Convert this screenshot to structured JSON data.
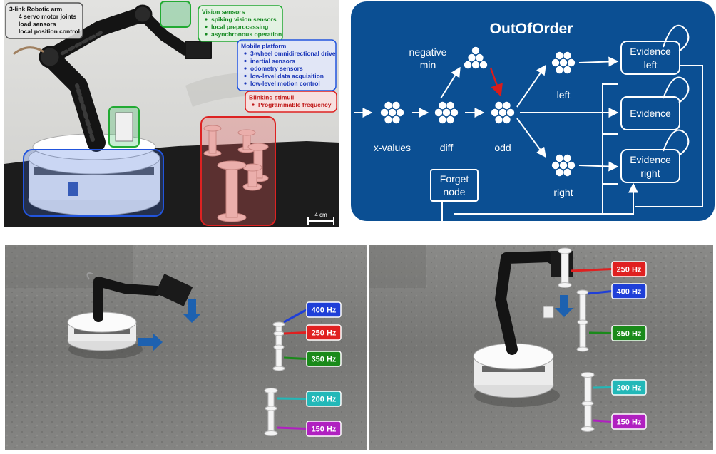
{
  "robot_photo": {
    "callouts": [
      {
        "title": "3-link Robotic arm",
        "items": [
          "4 servo motor joints",
          "load sensors",
          "local position control"
        ],
        "color": "#555555",
        "fill": "#e6e6e6",
        "text_color": "#111111",
        "bullets": false
      },
      {
        "title": "Vision sensors",
        "items": [
          "spiking vision sensors",
          "local preprocessing",
          "asynchronous operation"
        ],
        "color": "#22aa33",
        "fill": "#e3f5e3",
        "text_color": "#168a22",
        "bullets": true
      },
      {
        "title": "Mobile platform",
        "items": [
          "3-wheel omnidirectional drive",
          "inertial sensors",
          "odometry sensors",
          "low-level data acquisition",
          "low-level motion control"
        ],
        "color": "#2255dd",
        "fill": "#e2e8fa",
        "text_color": "#1a36b8",
        "bullets": true
      },
      {
        "title": "Blinking stimuli",
        "items": [
          "Programmable frequency"
        ],
        "color": "#dd2222",
        "fill": "#fbe0e0",
        "text_color": "#c01818",
        "bullets": true
      }
    ],
    "scale_label": "4 cm"
  },
  "network": {
    "title": "OutOfOrder",
    "labels": {
      "negative_min": [
        "negative",
        "min"
      ],
      "x_values": "x-values",
      "diff": "diff",
      "odd": "odd",
      "left": "left",
      "right": "right",
      "forget_node": [
        "Forget",
        "node"
      ],
      "evidence_left": [
        "Evidence",
        "left"
      ],
      "evidence": "Evidence",
      "evidence_right": [
        "Evidence",
        "right"
      ]
    },
    "colors": {
      "background": "#0b4f93",
      "element": "#ffffff",
      "inhibitory": "#d91c1c"
    }
  },
  "experiment_left": {
    "frequency_tags": [
      {
        "label": "400 Hz",
        "color": "#1f3fd8"
      },
      {
        "label": "250 Hz",
        "color": "#e02020"
      },
      {
        "label": "350 Hz",
        "color": "#1a8a1a"
      },
      {
        "label": "200 Hz",
        "color": "#22b8b8"
      },
      {
        "label": "150 Hz",
        "color": "#b020c0"
      }
    ]
  },
  "experiment_right": {
    "frequency_tags": [
      {
        "label": "250 Hz",
        "color": "#e02020"
      },
      {
        "label": "400 Hz",
        "color": "#1f3fd8"
      },
      {
        "label": "350 Hz",
        "color": "#1a8a1a"
      },
      {
        "label": "200 Hz",
        "color": "#22b8b8"
      },
      {
        "label": "150 Hz",
        "color": "#b020c0"
      }
    ]
  }
}
